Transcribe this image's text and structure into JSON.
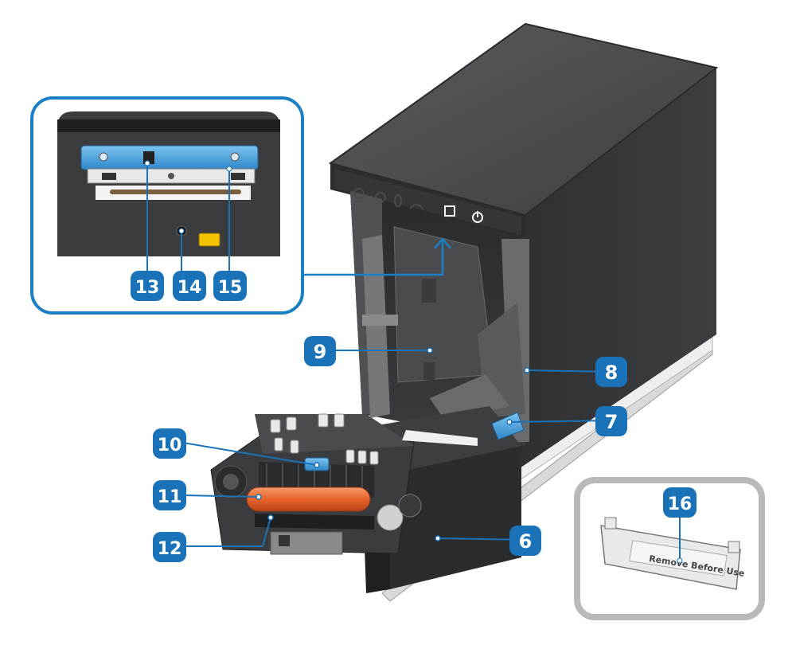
{
  "callouts": [
    {
      "id": "6",
      "label": "6"
    },
    {
      "id": "7",
      "label": "7"
    },
    {
      "id": "8",
      "label": "8"
    },
    {
      "id": "9",
      "label": "9"
    },
    {
      "id": "10",
      "label": "10"
    },
    {
      "id": "11",
      "label": "11"
    },
    {
      "id": "12",
      "label": "12"
    },
    {
      "id": "13",
      "label": "13"
    },
    {
      "id": "14",
      "label": "14"
    },
    {
      "id": "15",
      "label": "15"
    },
    {
      "id": "16",
      "label": "16"
    }
  ],
  "sticker": {
    "text": "Remove Before Use"
  },
  "colors": {
    "accent": "#1a73b8",
    "inset_border": "#1a7fc4",
    "printer_body": "#3a3a3c",
    "printer_top": "#48494b",
    "roller": "#e8622a",
    "blue_part": "#4aa3df",
    "panel_gray": "#b9b9b9"
  },
  "icons": [
    "network-icon",
    "info-icon",
    "bluetooth-icon",
    "wifi-icon",
    "paper-feed-icon",
    "power-icon"
  ]
}
